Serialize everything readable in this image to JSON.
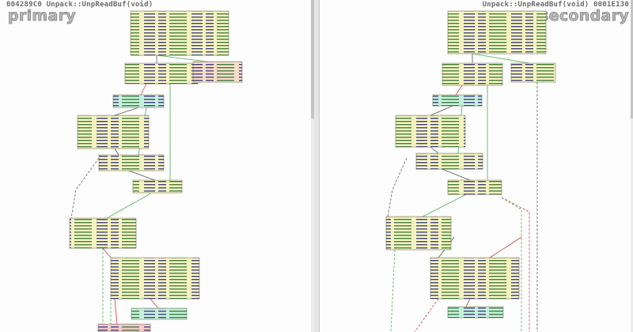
{
  "primary": {
    "header": "004289C0 Unpack::UnpReadBuf(void)",
    "label": "primary"
  },
  "secondary": {
    "header": "Unpack::UnpReadBuf(void) 0001E130",
    "label": "secondary"
  },
  "colors": {
    "node_yellow": "#f4f2bf",
    "node_green": "#c5f0dd",
    "node_red": "#f7c9c9",
    "node_border": "#7c7c5a",
    "edge_green": "#4caf50",
    "edge_red": "#d23a3a",
    "edge_gray": "#555555"
  }
}
